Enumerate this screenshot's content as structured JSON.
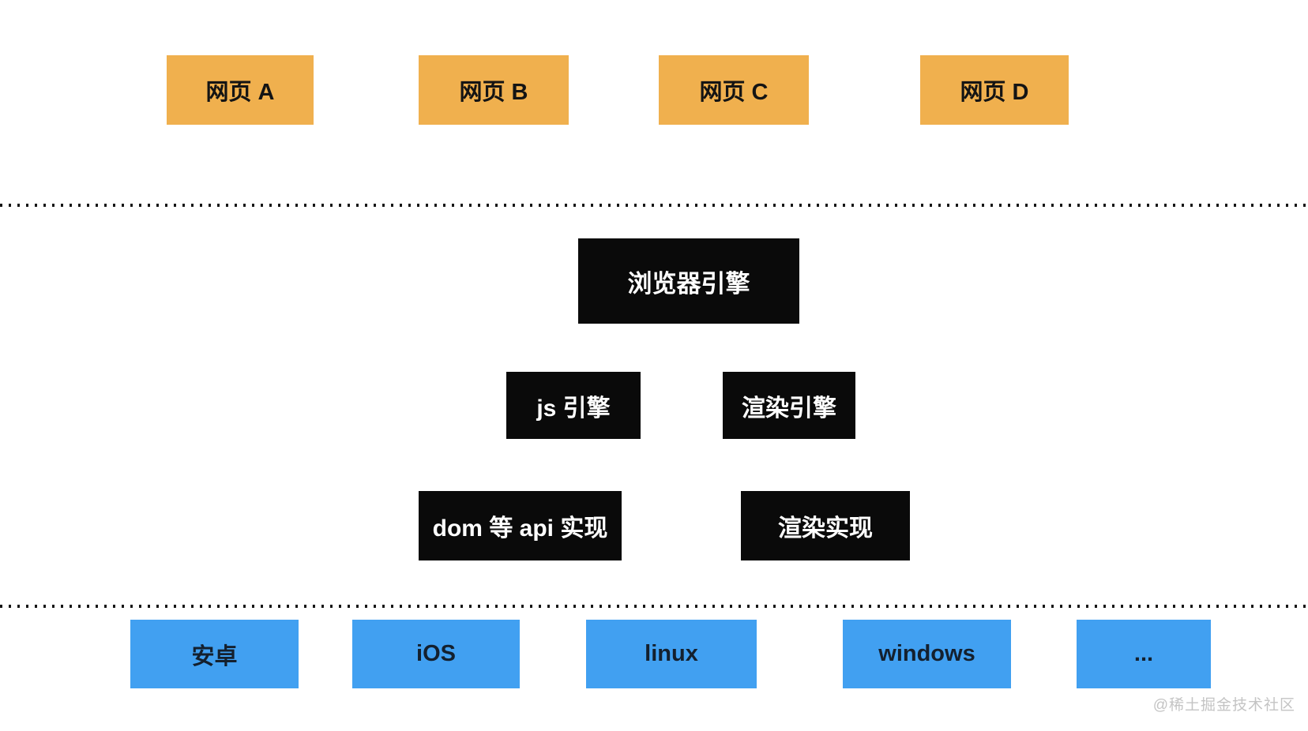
{
  "webpages": {
    "items": [
      {
        "label": "网页 A"
      },
      {
        "label": "网页 B"
      },
      {
        "label": "网页 C"
      },
      {
        "label": "网页 D"
      }
    ]
  },
  "browser_engine": {
    "label": "浏览器引擎"
  },
  "engines": {
    "items": [
      {
        "label": "js 引擎"
      },
      {
        "label": "渲染引擎"
      }
    ]
  },
  "implementations": {
    "items": [
      {
        "label": "dom 等 api 实现"
      },
      {
        "label": "渲染实现"
      }
    ]
  },
  "os_layer": {
    "items": [
      {
        "label": "安卓"
      },
      {
        "label": "iOS"
      },
      {
        "label": "linux"
      },
      {
        "label": "windows"
      },
      {
        "label": "..."
      }
    ]
  },
  "watermark": {
    "label": "@稀土掘金技术社区"
  },
  "colors": {
    "webpage_box": "#F0B04E",
    "engine_box": "#0A0A0A",
    "engine_box_text": "#FFFFFF",
    "os_box": "#41A0F1",
    "box_text": "#141414",
    "watermark_text": "#C4C4C4",
    "background": "#FFFFFF"
  }
}
